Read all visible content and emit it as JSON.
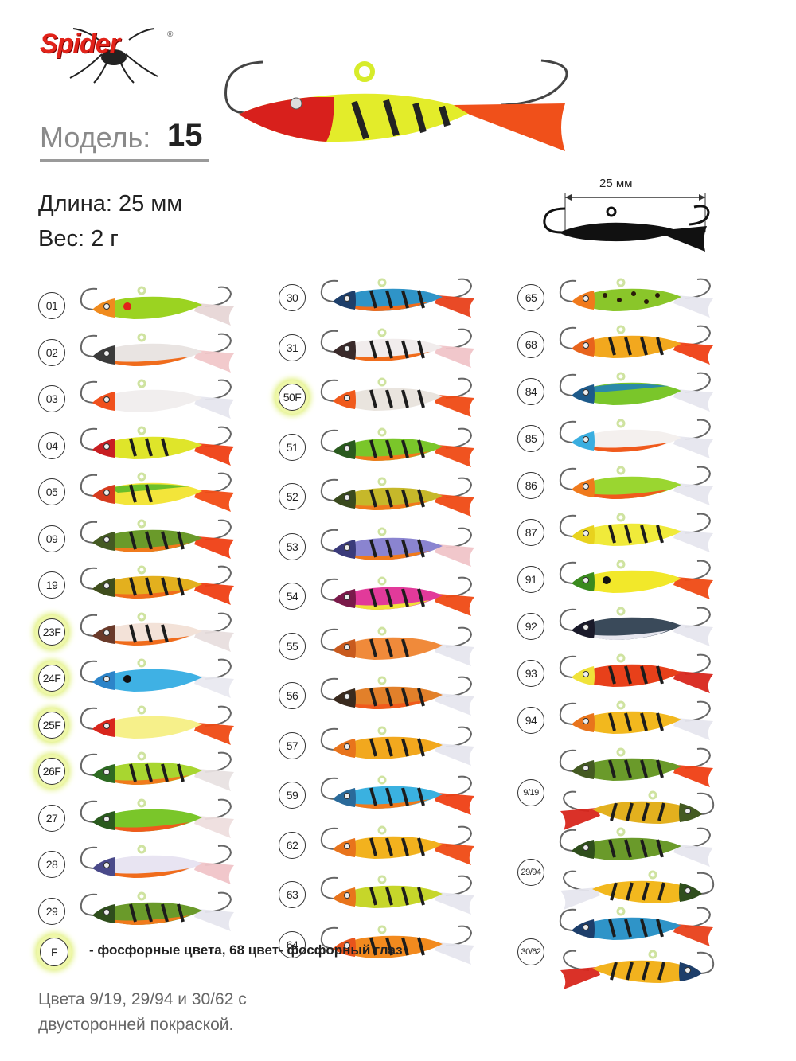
{
  "brand": {
    "name": "Spider",
    "registered": "®"
  },
  "model": {
    "label": "Модель:",
    "number": "15"
  },
  "specs": {
    "length_label": "Длина:",
    "length_value": "25 мм",
    "weight_label": "Вес:",
    "weight_value": "2 г"
  },
  "dimension_label": "25 мм",
  "colors": {
    "accent": "#e2231a",
    "glow": "#dcee6a"
  },
  "columns": [
    {
      "items": [
        {
          "code": "01",
          "glow": false,
          "body": "#9bd321",
          "head": "#f08b1e",
          "tail": "#e7d6d6",
          "stripes": 0,
          "spot": "#e2231a"
        },
        {
          "code": "02",
          "glow": false,
          "body": "#e9e4e2",
          "head": "#3b3b3b",
          "tail": "#f1c7c9",
          "stripes": 0,
          "belly": "#f06c1c"
        },
        {
          "code": "03",
          "glow": false,
          "body": "#f1eeee",
          "head": "#f0501c",
          "tail": "#e6e6ee",
          "stripes": 0
        },
        {
          "code": "04",
          "glow": false,
          "body": "#dfe52a",
          "head": "#c81e22",
          "tail": "#ef3f14",
          "stripes": 3
        },
        {
          "code": "05",
          "glow": false,
          "body": "#f3e53a",
          "head": "#d63b1e",
          "tail": "#f24c14",
          "stripes": 2,
          "back": "#6bbf2a"
        },
        {
          "code": "09",
          "glow": false,
          "body": "#6a9a2a",
          "head": "#445a22",
          "tail": "#ef3f14",
          "stripes": 4,
          "belly": "#f07a1c"
        },
        {
          "code": "19",
          "glow": false,
          "body": "#e3b01e",
          "head": "#3f4e1c",
          "tail": "#ef3f14",
          "stripes": 4,
          "belly": "#f06c1c"
        },
        {
          "code": "23F",
          "glow": true,
          "body": "#f3e2d8",
          "head": "#6a3a2a",
          "tail": "#e8dede",
          "stripes": 3,
          "belly": "#f06c1c"
        },
        {
          "code": "24F",
          "glow": true,
          "body": "#3fb1e4",
          "head": "#2c84c9",
          "tail": "#e9e9f0",
          "stripes": 0,
          "spot": "#111111"
        },
        {
          "code": "25F",
          "glow": true,
          "body": "#f6f08a",
          "head": "#d8261c",
          "tail": "#ef4a14",
          "stripes": 0
        },
        {
          "code": "26F",
          "glow": true,
          "body": "#a8d630",
          "head": "#2e6a22",
          "tail": "#e8e2e2",
          "stripes": 4,
          "belly": "#f07a1c"
        },
        {
          "code": "27",
          "glow": false,
          "body": "#7ac62a",
          "head": "#2a5a1e",
          "tail": "#eedede",
          "stripes": 0,
          "belly": "#f05a1c"
        },
        {
          "code": "28",
          "glow": false,
          "body": "#e8e4f2",
          "head": "#4a4a8a",
          "tail": "#f0c4c8",
          "stripes": 0,
          "belly": "#f06c1c"
        },
        {
          "code": "29",
          "glow": false,
          "body": "#6a9a2a",
          "head": "#2f4e1c",
          "tail": "#e6e6ee",
          "stripes": 4,
          "belly": "#f07a1c"
        }
      ]
    },
    {
      "items": [
        {
          "code": "30",
          "glow": false,
          "body": "#2f94c8",
          "head": "#1d3e6a",
          "tail": "#e8401a",
          "stripes": 4,
          "belly": "#f06c1c"
        },
        {
          "code": "31",
          "glow": false,
          "body": "#f1ecec",
          "head": "#3a2a2a",
          "tail": "#f0c4c8",
          "stripes": 4,
          "belly": "#f06c1c"
        },
        {
          "code": "50F",
          "glow": true,
          "body": "#e9e4de",
          "head": "#f05a1c",
          "tail": "#ef4a14",
          "stripes": 4
        },
        {
          "code": "51",
          "glow": false,
          "body": "#7ac62a",
          "head": "#2a5a1e",
          "tail": "#ef4a14",
          "stripes": 4,
          "belly": "#f07a1c"
        },
        {
          "code": "52",
          "glow": false,
          "body": "#c6b82a",
          "head": "#3a4a1e",
          "tail": "#ef4a14",
          "stripes": 4,
          "belly": "#f07a1c"
        },
        {
          "code": "53",
          "glow": false,
          "body": "#8a84d0",
          "head": "#3a3a7a",
          "tail": "#f0c4c8",
          "stripes": 4,
          "belly": "#f07a1c"
        },
        {
          "code": "54",
          "glow": false,
          "body": "#e23a9a",
          "head": "#7a1a4a",
          "tail": "#ef4a14",
          "stripes": 4,
          "belly": "#f0e23a"
        },
        {
          "code": "55",
          "glow": false,
          "body": "#f08a3a",
          "head": "#c85a1e",
          "tail": "#e6e6ee",
          "stripes": 3
        },
        {
          "code": "56",
          "glow": false,
          "body": "#e2802a",
          "head": "#3a2a1e",
          "tail": "#e6e6ee",
          "stripes": 4,
          "belly": "#f05a1c"
        },
        {
          "code": "57",
          "glow": false,
          "body": "#f2a81e",
          "head": "#e8741c",
          "tail": "#e6e6ee",
          "stripes": 4
        },
        {
          "code": "59",
          "glow": false,
          "body": "#3ab1e0",
          "head": "#2a6a9a",
          "tail": "#ef3f14",
          "stripes": 4,
          "belly": "#f07a1c"
        },
        {
          "code": "62",
          "glow": false,
          "body": "#f2b21e",
          "head": "#e8741c",
          "tail": "#ef4a14",
          "stripes": 4
        },
        {
          "code": "63",
          "glow": false,
          "body": "#c6d62a",
          "head": "#e8741c",
          "tail": "#e6e6ee",
          "stripes": 4
        },
        {
          "code": "64",
          "glow": false,
          "body": "#f28a1e",
          "head": "#e8541c",
          "tail": "#e6e6ee",
          "stripes": 4
        }
      ]
    },
    {
      "items": [
        {
          "code": "65",
          "glow": false,
          "body": "#8ac62a",
          "head": "#f07a1c",
          "tail": "#e6e6ee",
          "stripes": 0,
          "spots": true
        },
        {
          "code": "68",
          "glow": false,
          "body": "#f2a81e",
          "head": "#e8641c",
          "tail": "#ef3f14",
          "stripes": 4
        },
        {
          "code": "84",
          "glow": false,
          "body": "#7ac62a",
          "head": "#1d5a8a",
          "tail": "#e6e6ee",
          "stripes": 0,
          "back": "#2a8aa8"
        },
        {
          "code": "85",
          "glow": false,
          "body": "#f4f0ee",
          "head": "#3aaee0",
          "tail": "#e6e6ee",
          "stripes": 0,
          "belly": "#f05a1c"
        },
        {
          "code": "86",
          "glow": false,
          "body": "#9ad630",
          "head": "#f07a1c",
          "tail": "#e6e6ee",
          "stripes": 0,
          "belly": "#f05a1c"
        },
        {
          "code": "87",
          "glow": false,
          "body": "#f0ea3a",
          "head": "#e8d21e",
          "tail": "#e6e6ee",
          "stripes": 4
        },
        {
          "code": "91",
          "glow": false,
          "body": "#f2e82a",
          "head": "#3a8a1e",
          "tail": "#ef4a14",
          "stripes": 0,
          "spot": "#111111"
        },
        {
          "code": "92",
          "glow": false,
          "body": "#3a4a5a",
          "head": "#1a1a2a",
          "tail": "#e6e6ee",
          "stripes": 0,
          "belly": "#e6e6ee"
        },
        {
          "code": "93",
          "glow": false,
          "body": "#e8401a",
          "head": "#f0e23a",
          "tail": "#d8261c",
          "stripes": 4
        },
        {
          "code": "94",
          "glow": false,
          "body": "#f2b81e",
          "head": "#e8741c",
          "tail": "#e6e6ee",
          "stripes": 4
        },
        {
          "code": "9/19",
          "glow": false,
          "double": true,
          "body": "#6a9a2a",
          "head": "#445a22",
          "tail": "#ef3f14",
          "stripes": 4,
          "body2": "#e3b01e",
          "tail2": "#d8261c"
        },
        {
          "code": "29/94",
          "glow": false,
          "double": true,
          "body": "#6a9a2a",
          "head": "#2f4e1c",
          "tail": "#e6e6ee",
          "stripes": 4,
          "body2": "#f2b81e",
          "tail2": "#e6e6ee"
        },
        {
          "code": "30/62",
          "glow": false,
          "double": true,
          "body": "#2f94c8",
          "head": "#1d3e6a",
          "tail": "#e8401a",
          "stripes": 4,
          "body2": "#f2b21e",
          "tail2": "#d8261c"
        }
      ]
    }
  ],
  "legend": {
    "code": "F",
    "text": "- фосфорные цвета, 68 цвет- фосфорный глаз"
  },
  "note": {
    "text": "Цвета 9/19, 29/94 и 30/62 с двусторонней покраской."
  }
}
